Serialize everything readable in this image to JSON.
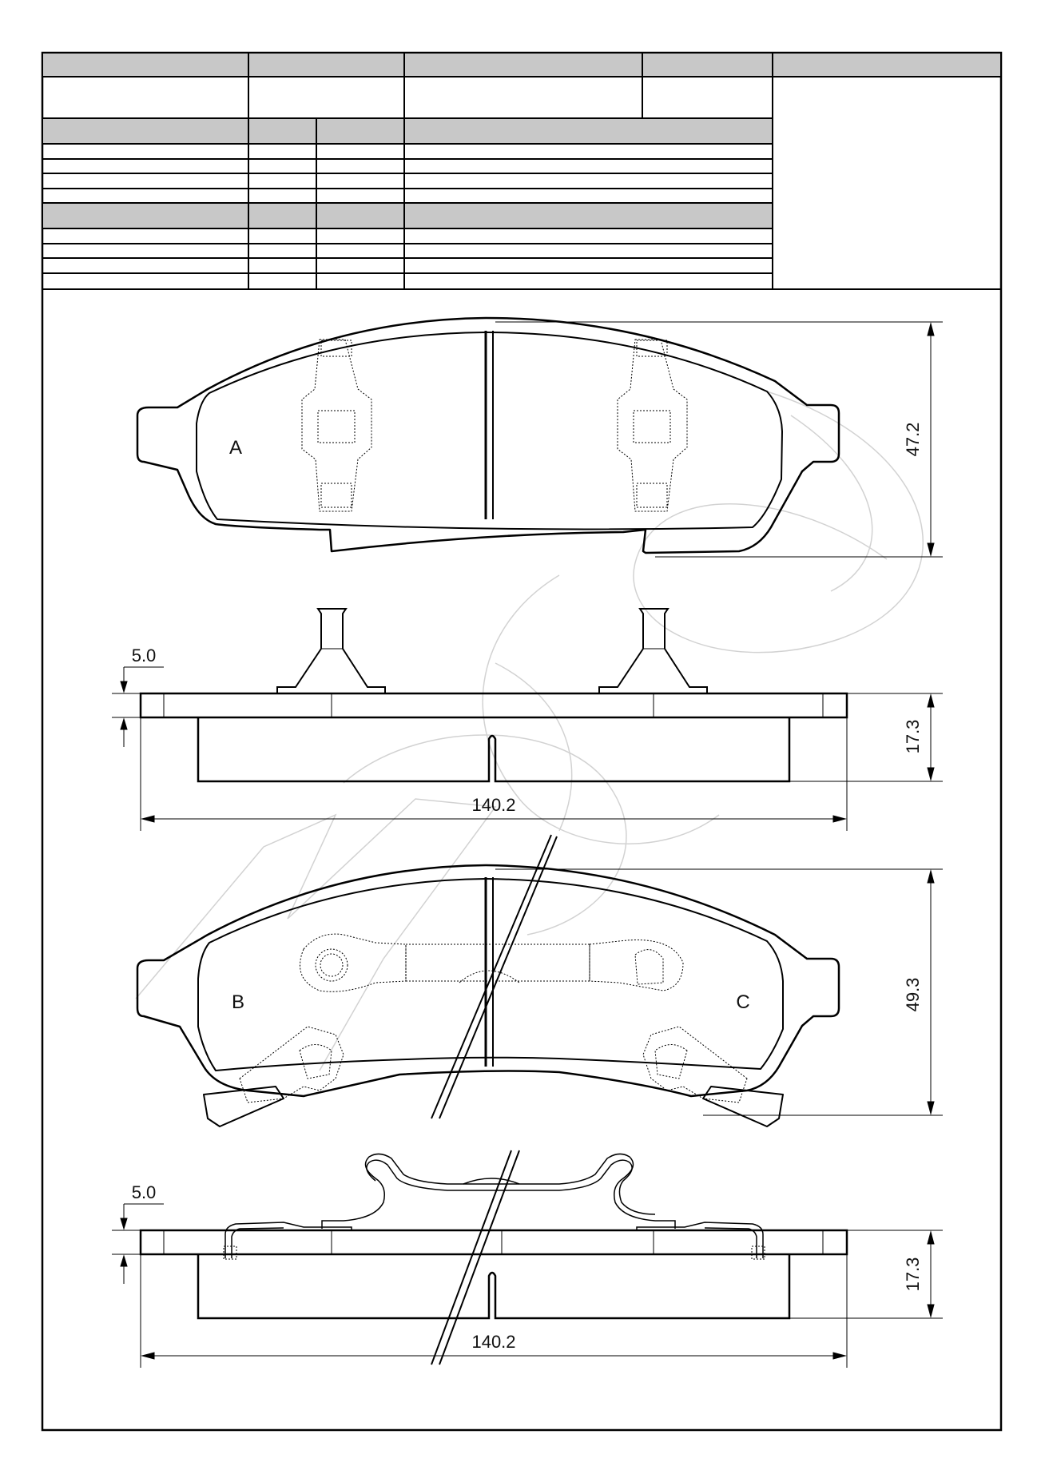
{
  "drawing": {
    "labels": {
      "a": "A",
      "b": "B",
      "c": "C"
    },
    "dimensions": {
      "height_top": "47.2",
      "height_bottom": "49.3",
      "thickness_top": "17.3",
      "thickness_bottom": "17.3",
      "width_top": "140.2",
      "width_bottom": "140.2",
      "backplate_top": "5.0",
      "backplate_bottom": "5.0"
    }
  }
}
